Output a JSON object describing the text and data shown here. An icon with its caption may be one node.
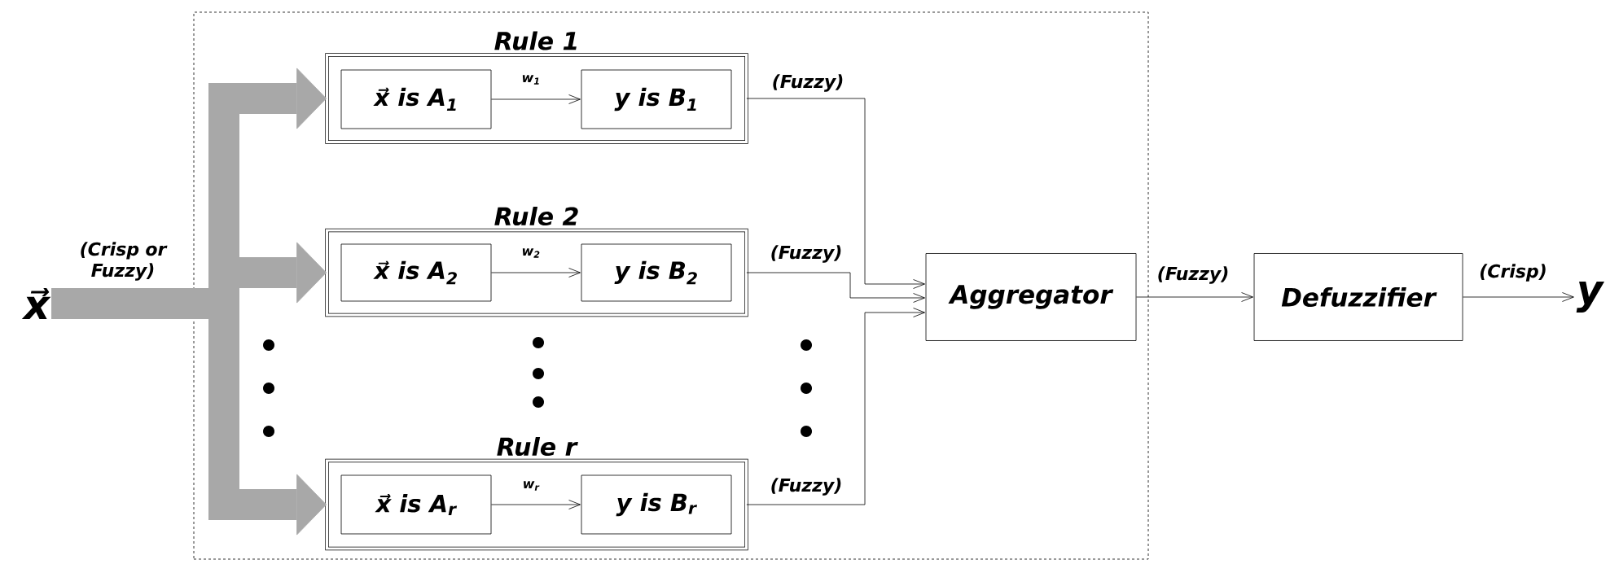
{
  "diagram": {
    "nodes": [
      {
        "text": [],
        "shape": "box"
      },
      {
        "text": [
          "Rule 1"
        ],
        "in": 0
      },
      {
        "text": [
          "x⃗ is A$_{1}$"
        ],
        "in": 1
      },
      {
        "text": [
          "y is B$_{1}$"
        ],
        "in": 1
      },
      {
        "text": [
          "Rule 2"
        ],
        "in": 0
      },
      {
        "text": [
          "x⃗ is A$_{2}$"
        ],
        "in": 4
      },
      {
        "text": [
          "y is B$_{2}$"
        ],
        "in": 4
      },
      {
        "text": [
          "Rule r"
        ],
        "in": 0
      },
      {
        "text": [
          "x⃗ is A$_{r}$"
        ],
        "in": 7
      },
      {
        "text": [
          "y is B$_{r}$"
        ],
        "in": 7
      },
      {
        "text": [
          "Aggregator"
        ],
        "in": 0
      },
      {
        "text": [
          "Defuzzifier"
        ]
      },
      {
        "text": [
          "x⃗"
        ]
      },
      {
        "text": [
          "y"
        ]
      }
    ],
    "edges": [
      {
        "from": 12,
        "to": 1,
        "arrow": "to",
        "style": "thick",
        "color": "#a8a8a8"
      },
      {
        "from": 12,
        "to": 4,
        "arrow": "to",
        "style": "thick",
        "color": "#a8a8a8",
        "label": "(Crisp or Fuzzy)"
      },
      {
        "from": 12,
        "to": 7,
        "arrow": "to",
        "style": "thick",
        "color": "#a8a8a8"
      },
      {
        "from": 2,
        "to": 3,
        "arrow": "to",
        "label": "w$_{1}$"
      },
      {
        "from": 5,
        "to": 6,
        "arrow": "to",
        "label": "w$_{2}$"
      },
      {
        "from": 8,
        "to": 9,
        "arrow": "to",
        "label": "w$_{r}$"
      },
      {
        "from": 1,
        "to": 10,
        "arrow": "to",
        "label": "(Fuzzy)"
      },
      {
        "from": 4,
        "to": 10,
        "arrow": "to",
        "label": "(Fuzzy)"
      },
      {
        "from": 7,
        "to": 10,
        "arrow": "to",
        "label": "(Fuzzy)"
      },
      {
        "from": 10,
        "to": 11,
        "arrow": "to",
        "label": "(Fuzzy)"
      },
      {
        "from": 11,
        "to": 13,
        "arrow": "to",
        "label": "(Crisp)"
      }
    ]
  }
}
